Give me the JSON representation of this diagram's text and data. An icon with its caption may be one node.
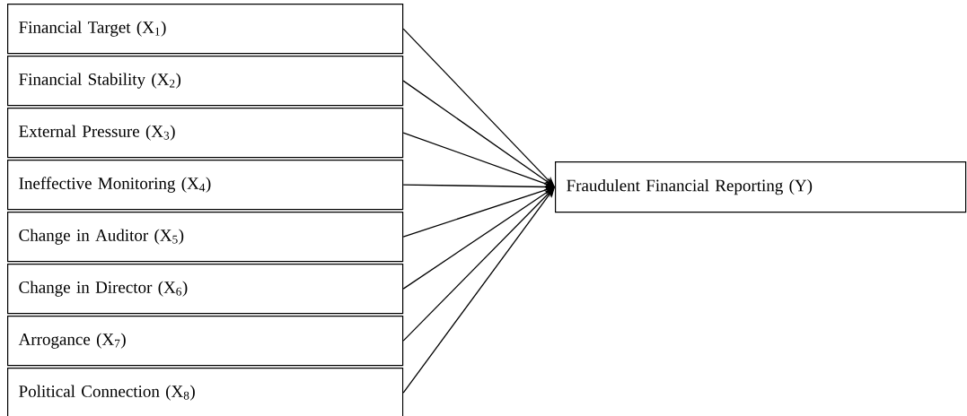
{
  "diagram": {
    "nodes": [
      {
        "text": [
          "Financial Target (X$_{1}$)"
        ]
      },
      {
        "text": [
          "Financial Stability (X$_{2}$)"
        ]
      },
      {
        "text": [
          "External Pressure (X$_{3}$)"
        ]
      },
      {
        "text": [
          "Ineffective Monitoring (X$_{4}$)"
        ]
      },
      {
        "text": [
          "Change in Auditor (X$_{5}$)"
        ]
      },
      {
        "text": [
          "Change in Director (X$_{6}$)"
        ]
      },
      {
        "text": [
          "Arrogance (X$_{7}$)"
        ]
      },
      {
        "text": [
          "Political Connection (X$_{8}$)"
        ]
      },
      {
        "text": [
          "Fraudulent Financial Reporting (Y)"
        ]
      }
    ],
    "edges": [
      {
        "from": 0,
        "to": 8,
        "arrow": "to"
      },
      {
        "from": 1,
        "to": 8,
        "arrow": "to"
      },
      {
        "from": 2,
        "to": 8,
        "arrow": "to"
      },
      {
        "from": 3,
        "to": 8,
        "arrow": "to"
      },
      {
        "from": 4,
        "to": 8,
        "arrow": "to"
      },
      {
        "from": 5,
        "to": 8,
        "arrow": "to"
      },
      {
        "from": 6,
        "to": 8,
        "arrow": "to"
      },
      {
        "from": 7,
        "to": 8,
        "arrow": "to"
      }
    ]
  }
}
